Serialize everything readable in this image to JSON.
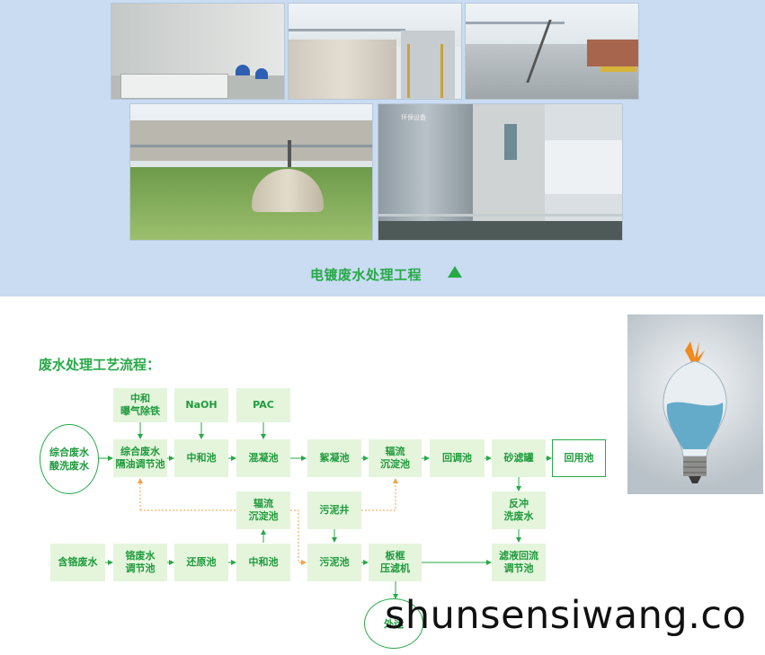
{
  "banner": {
    "title": "电镀废水处理工程",
    "arrow_icon": "triangle-up-icon"
  },
  "flow": {
    "title": "废水处理工艺流程：",
    "inputs": {
      "iron_removal": "中和\n曝气除铁",
      "naoh": "NaOH",
      "pac": "PAC"
    },
    "main": {
      "source": "综合废水\n酸洗废水",
      "equalize": "综合废水\n隔油调节池",
      "neutralize": "中和池",
      "coagulate": "混凝池",
      "flocculate": "絮凝池",
      "radial_settle": "辐流\n沉淀池",
      "return_adjust": "回调池",
      "sand_filter": "砂滤罐",
      "reuse": "回用池"
    },
    "middle": {
      "radial_settle_2": "辐流\n沉淀池",
      "sludge_well": "污泥井",
      "backwash": "反冲\n洗废水"
    },
    "chrome": {
      "source": "含铬废水",
      "equalize": "铬废水\n调节池",
      "reduce": "还原池",
      "neutralize": "中和池",
      "sludge_tank": "污泥池",
      "filter_press": "板框\n压滤机",
      "filtrate_return": "滤液回流\n调节池",
      "outlet": "外运"
    }
  },
  "colors": {
    "accent": "#27a947",
    "node_fill": "#e4f5dc",
    "banner_bg": "#c9dcf2",
    "dashed_line": "#f0a24a"
  },
  "watermark": "shunsensiwang.co"
}
